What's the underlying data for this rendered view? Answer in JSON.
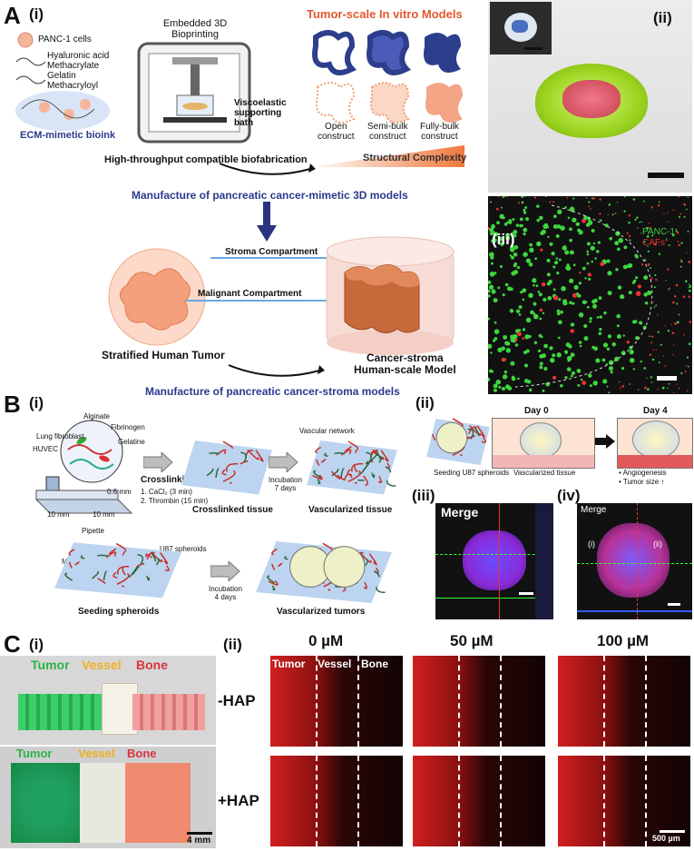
{
  "panel_a": {
    "letter": "A",
    "sub_i": "(i)",
    "sub_ii": "(ii)",
    "sub_iii": "(iii)",
    "bioprinting_title": "Embedded 3D\nBioprinting",
    "panc_cells": "PANC-1 cells",
    "hyaluronic": "Hyaluronic acid\nMethacrylate",
    "gelatin": "Gelatin\nMethacryloyl",
    "bioink": "ECM-mimetic bioink",
    "bath": "Viscoelastic\nsupporting\nbath",
    "tumor_models": "Tumor-scale In vitro Models",
    "construct_open": "Open\nconstruct",
    "construct_semi": "Semi-bulk\nconstruct",
    "construct_fully": "Fully-bulk\nconstruct",
    "high_throughput": "High-throughput compatible biofabrication",
    "complexity": "Structural Complexity",
    "manufacture_1": "Manufacture of pancreatic cancer-mimetic 3D models",
    "stroma": "Stroma Compartment",
    "malignant": "Malignant Compartment",
    "stratified": "Stratified Human Tumor",
    "cancer_stroma_model": "Cancer-stroma\nHuman-scale Model",
    "manufacture_2": "Manufacture of pancreatic cancer-stroma models",
    "legend_panc": "PANC-1",
    "legend_cafs": "CAFs"
  },
  "panel_b": {
    "letter": "B",
    "sub_i": "(i)",
    "sub_ii": "(ii)",
    "sub_iii": "(iii)",
    "sub_iv": "(iv)",
    "lung": "Lung fibroblast",
    "alginate": "Alginate",
    "fibrinogen": "Fibrinogen",
    "huvec": "HUVEC",
    "gelatine": "Gelatine",
    "dim_06": "0.6 mm",
    "dim_10a": "10 mm",
    "dim_10b": "10 mm",
    "crosslinking": "Crosslinking",
    "step1": "1. CaCl₂ (3 min)",
    "step2": "2. Thrombin (15 min)",
    "crosslinked": "Crosslinked tissue",
    "vascular_network": "Vascular network",
    "incubation7": "Incubation\n7 days",
    "vascularized": "Vascularized tissue",
    "pipette": "Pipette",
    "media": "Media",
    "u87": "U87 spheroids",
    "incubation4": "Incubation\n4 days",
    "seeding": "Seeding spheroids",
    "vasc_tumors": "Vascularized tumors",
    "day0": "Day 0",
    "day4": "Day 4",
    "seeding_u87": "Seeding U87 spheroids",
    "vasc_tissue": "Vascularized tissue",
    "angiogenesis": "• Angiogenesis",
    "tumor_size": "• Tumor size ↑",
    "merge": "Merge",
    "mark_i": "(i)",
    "mark_ii": "(ii)"
  },
  "panel_c": {
    "letter": "C",
    "sub_i": "(i)",
    "sub_ii": "(ii)",
    "tumor": "Tumor",
    "vessel": "Vessel",
    "bone": "Bone",
    "scale_4mm": "4 mm",
    "conc": [
      "0 µM",
      "50 µM",
      "100 µM"
    ],
    "row_minus": "-HAP",
    "row_plus": "+HAP",
    "col_tumor": "Tumor",
    "col_vessel": "Vessel",
    "col_bone": "Bone",
    "scale_500": "500 µm"
  }
}
